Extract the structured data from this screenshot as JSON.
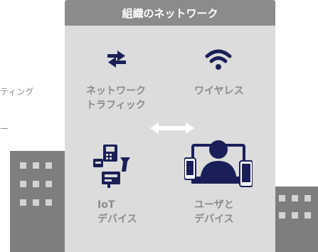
{
  "left_fragments": [
    "ティング",
    "ー"
  ],
  "panel": {
    "title": "組織のネットワーク",
    "items": [
      {
        "label": "ネットワーク\nトラフィック",
        "icon": "traffic-arrows-icon"
      },
      {
        "label": "ワイヤレス",
        "icon": "wifi-icon"
      },
      {
        "label": "IoT\nデバイス",
        "icon": "iot-devices-icon"
      },
      {
        "label": "ユーザと\nデバイス",
        "icon": "user-devices-icon"
      }
    ],
    "connector_icon": "double-arrow-icon"
  },
  "colors": {
    "panel": "#dcdcdc",
    "header": "#8b8b8b",
    "icon": "#1a2057",
    "building": "#7e7e7e",
    "label": "#8b8b8b"
  }
}
